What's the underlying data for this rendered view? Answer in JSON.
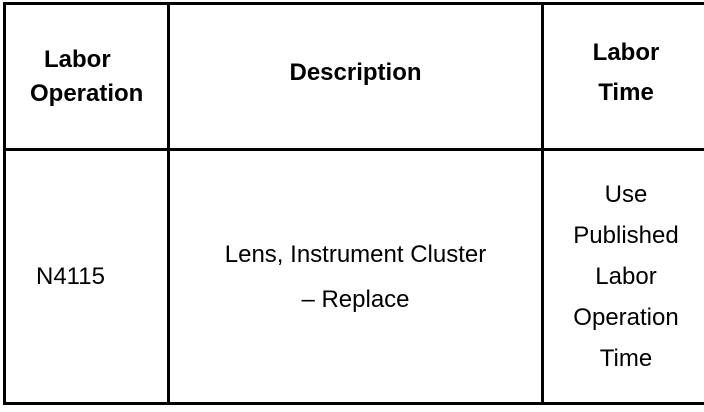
{
  "table": {
    "headers": {
      "labor_operation": [
        "Labor",
        "Operation"
      ],
      "description": "Description",
      "labor_time": [
        "Labor",
        "Time"
      ]
    },
    "rows": [
      {
        "labor_operation": "N4115",
        "description": [
          "Lens, Instrument Cluster",
          "– Replace"
        ],
        "labor_time": [
          "Use",
          "Published",
          "Labor",
          "Operation",
          "Time"
        ]
      }
    ]
  }
}
